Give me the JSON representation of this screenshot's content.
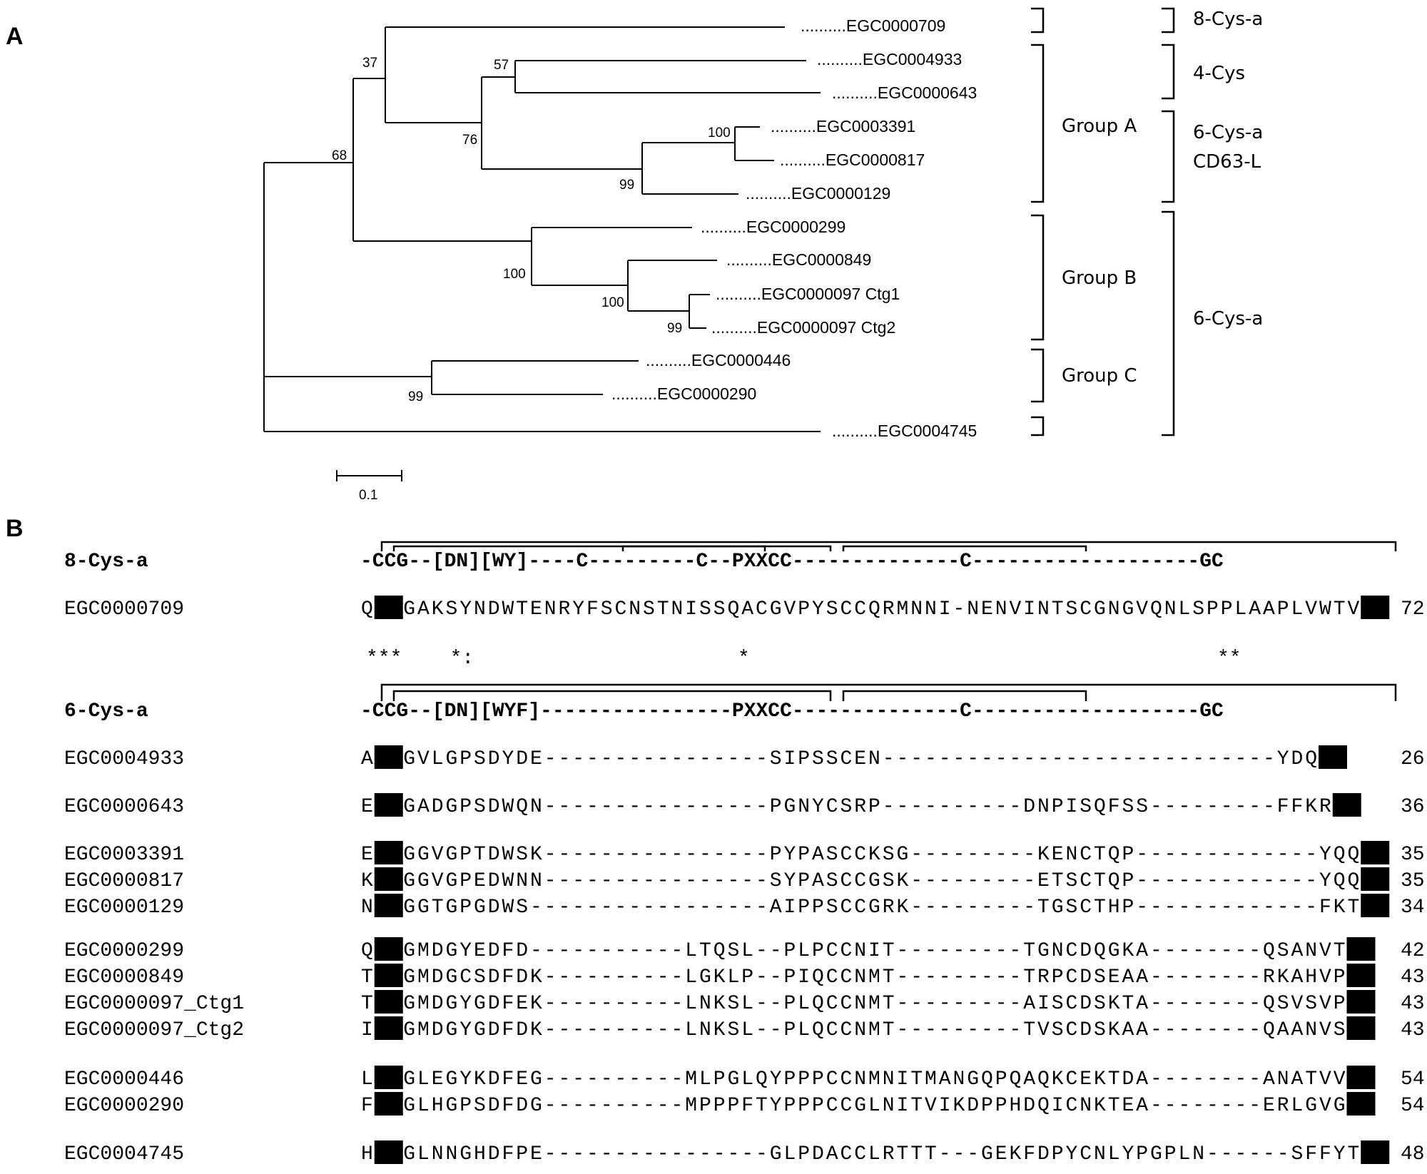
{
  "panels": {
    "a": "A",
    "b": "B"
  },
  "tree": {
    "leaves": [
      "..........EGC0000709",
      "..........EGC0004933",
      "..........EGC0000643",
      "..........EGC0003391",
      "..........EGC0000817",
      "..........EGC0000129",
      "..........EGC0000299",
      "..........EGC0000849",
      "..........EGC0000097 Ctg1",
      "..........EGC0000097 Ctg2",
      "..........EGC0000446",
      "..........EGC0000290",
      "..........EGC0004745"
    ],
    "bootstraps": [
      "68",
      "37",
      "57",
      "76",
      "100",
      "99",
      "100",
      "100",
      "99",
      "99"
    ],
    "scale_label": "0.1",
    "groups": [
      "Group A",
      "Group B",
      "Group C"
    ],
    "classes": [
      "8-Cys-a",
      "4-Cys",
      "6-Cys-a",
      "CD63-L",
      "6-Cys-a"
    ]
  },
  "alignment": {
    "block1": {
      "motif_name": "8-Cys-a",
      "motif": "-CCG--[DN][WY]----C---------C--PXXCC--------------C-------------------GC",
      "rows": [
        {
          "name": "EGC0000709",
          "seq": "QCCGAKSYNDWTENRYFSCNSTNISSQACGVPYSCCQRMNNI-NENVINTSCGNGVQNLSPPLAAPLVWTVGC",
          "count": "72"
        }
      ]
    },
    "conservation": "***    *:                      *                                       **",
    "block2": {
      "motif_name": "6-Cys-a",
      "motif": "-CCG--[DN][WYF]----------------PXXCC--------------C-------------------GC",
      "groups": [
        [
          {
            "name": "EGC0004933",
            "seq": "ACCGVLGPSDYDE----------------SIPSSCEN----------------------------YDQGC",
            "count": "26"
          }
        ],
        [
          {
            "name": "EGC0000643",
            "seq": "ECCGADGPSDWQN----------------PGNYCSRP----------DNPISQFSS---------FFKRGC",
            "count": "36"
          }
        ],
        [
          {
            "name": "EGC0003391",
            "seq": "ECCGGVGPTDWSK----------------PYPASCCKSG---------KENCTQP-------------YQQGC",
            "count": "35"
          },
          {
            "name": "EGC0000817",
            "seq": "KCCGGVGPEDWNN----------------SYPASCCGSK---------ETSCTQP-------------YQQGC",
            "count": "35"
          },
          {
            "name": "EGC0000129",
            "seq": "NCCGGTGPGDWS-----------------AIPPSCCGRK---------TGSCTHP-------------FKTGC",
            "count": "34"
          }
        ],
        [
          {
            "name": "EGC0000299",
            "seq": "QCCGMDGYEDFD-----------LTQSL--PLPCCNIT---------TGNCDQGKA--------QSANVTGC",
            "count": "42"
          },
          {
            "name": "EGC0000849",
            "seq": "TCCGMDGCSDFDK----------LGKLP--PIQCCNMT---------TRPCDSEAA--------RKAHVPGC",
            "count": "43"
          },
          {
            "name": "EGC0000097_Ctg1",
            "seq": "TCCGMDGYGDFEK----------LNKSL--PLQCCNMT---------AISCDSKTA--------QSVSVPGC",
            "count": "43"
          },
          {
            "name": "EGC0000097_Ctg2",
            "seq": "ICCGMDGYGDFDK----------LNKSL--PLQCCNMT---------TVSCDSKAA--------QAANVSGC",
            "count": "43"
          }
        ],
        [
          {
            "name": "EGC0000446",
            "seq": "LCCGLEGYKDFEG----------MLPGLQYPPPCCNMNITMANGQPQAQKCEKTDA--------ANATVVGC",
            "count": "54"
          },
          {
            "name": "EGC0000290",
            "seq": "FCCGLHGPSDFDG----------MPPPFTYPPPCCGLNITVIKDPPHDQICNKTEA--------ERLGVGGC",
            "count": "54"
          }
        ],
        [
          {
            "name": "EGC0004745",
            "seq": "HCCGLNNGHDFPE----------------GLPDACCLRTTT---GEKFDPYCNLYPGPLN------SFFYTGC",
            "count": "48"
          }
        ]
      ]
    }
  },
  "colors": {
    "ink": "#000000",
    "conserved_bg": "#000000",
    "similar_bg": "#bdbdbd",
    "dark_bg": "#6e6e6e"
  }
}
